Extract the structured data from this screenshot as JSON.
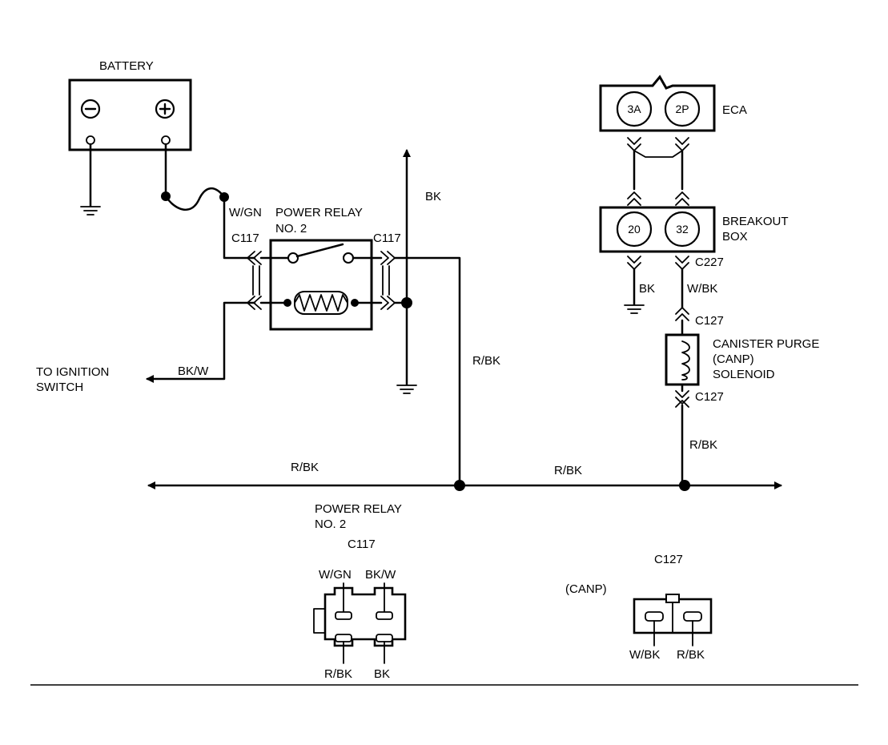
{
  "battery": {
    "label": "BATTERY",
    "neg_symbol": "−",
    "pos_symbol": "+"
  },
  "power_relay": {
    "label_line1": "POWER RELAY",
    "label_line2": "NO. 2",
    "connector_left": "C117",
    "connector_right": "C117"
  },
  "eca": {
    "label": "ECA",
    "pins": [
      "3A",
      "2P"
    ]
  },
  "breakout_box": {
    "label_line1": "BREAKOUT",
    "label_line2": "BOX",
    "pins": [
      "20",
      "32"
    ],
    "connector": "C227"
  },
  "canister_purge": {
    "label_line1": "CANISTER PURGE",
    "label_line2": "(CANP)",
    "label_line3": "SOLENOID",
    "connector_top": "C127",
    "connector_bottom": "C127"
  },
  "ignition": {
    "label_line1": "TO IGNITION",
    "label_line2": "SWITCH"
  },
  "wires": {
    "battery_to_relay": "W/GN",
    "relay_to_ignition": "BK/W",
    "relay_ground": "BK",
    "relay_feed": "R/BK",
    "bus_left": "R/BK",
    "bus_right": "R/BK",
    "breakout_ground": "BK",
    "breakout_to_solenoid": "W/BK",
    "solenoid_to_bus": "R/BK"
  },
  "connector_views": {
    "c117": {
      "title_line1": "POWER RELAY",
      "title_line2": "NO. 2",
      "connector": "C117",
      "top_pins": [
        "W/GN",
        "BK/W"
      ],
      "bottom_pins": [
        "R/BK",
        "BK"
      ]
    },
    "c127": {
      "connector": "C127",
      "component": "(CANP)",
      "bottom_pins": [
        "W/BK",
        "R/BK"
      ]
    }
  }
}
